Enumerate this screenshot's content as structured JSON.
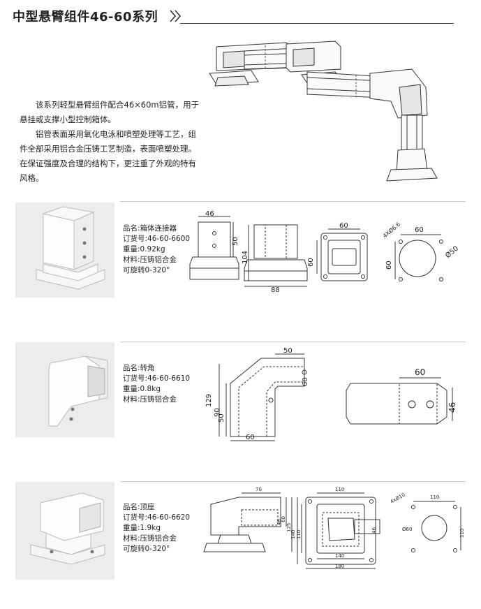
{
  "header": {
    "title": "中型悬臂组件46-60系列"
  },
  "intro": {
    "p1": "该系列轻型悬臂组件配合46×60m铝管，用于悬挂或支撑小型控制箱体。",
    "p2": "铝管表面采用氧化电泳和喷塑处理等工艺，组件全部采用铝合金压铸工艺制造，表面喷塑处理。在保证强度及合理的结构下，更注重了外观的特有风格。"
  },
  "products": [
    {
      "name": "品名:箱体连接器",
      "order": "订货号:46-60-6600",
      "weight": "重量:0.92kg",
      "material": "材料:压铸铝合金",
      "rotate": "可旋转0-320°",
      "dims": {
        "d1": "46",
        "d2": "50",
        "d3": "104",
        "d4": "88",
        "d5": "60",
        "d6": "60",
        "d7": "4XØ6.6",
        "d8": "60",
        "d9": "60",
        "d10": "Ø50"
      }
    },
    {
      "name": "品名:转角",
      "order": "订货号:46-60-6610",
      "weight": "重量:0.8kg",
      "material": "材料:压铸铝合金",
      "dims": {
        "d1": "50",
        "d2": "60",
        "d3": "129",
        "d4": "90",
        "d5": "50",
        "d6": "60",
        "d7": "60",
        "d8": "46"
      }
    },
    {
      "name": "品名:顶座",
      "order": "订货号:46-60-6620",
      "weight": "重量:1.9kg",
      "material": "材料:压铸铝合金",
      "rotate": "可旋转0-320°",
      "dims": {
        "d1": "70",
        "d2": "60",
        "d3": "46",
        "d4": "125",
        "d5": "110",
        "d6": "140",
        "d7": "110",
        "d8": "140",
        "d9": "180",
        "d10": "46",
        "d11": "110",
        "d12": "4xØ10",
        "d13": "Ø60",
        "d14": "110"
      }
    }
  ]
}
